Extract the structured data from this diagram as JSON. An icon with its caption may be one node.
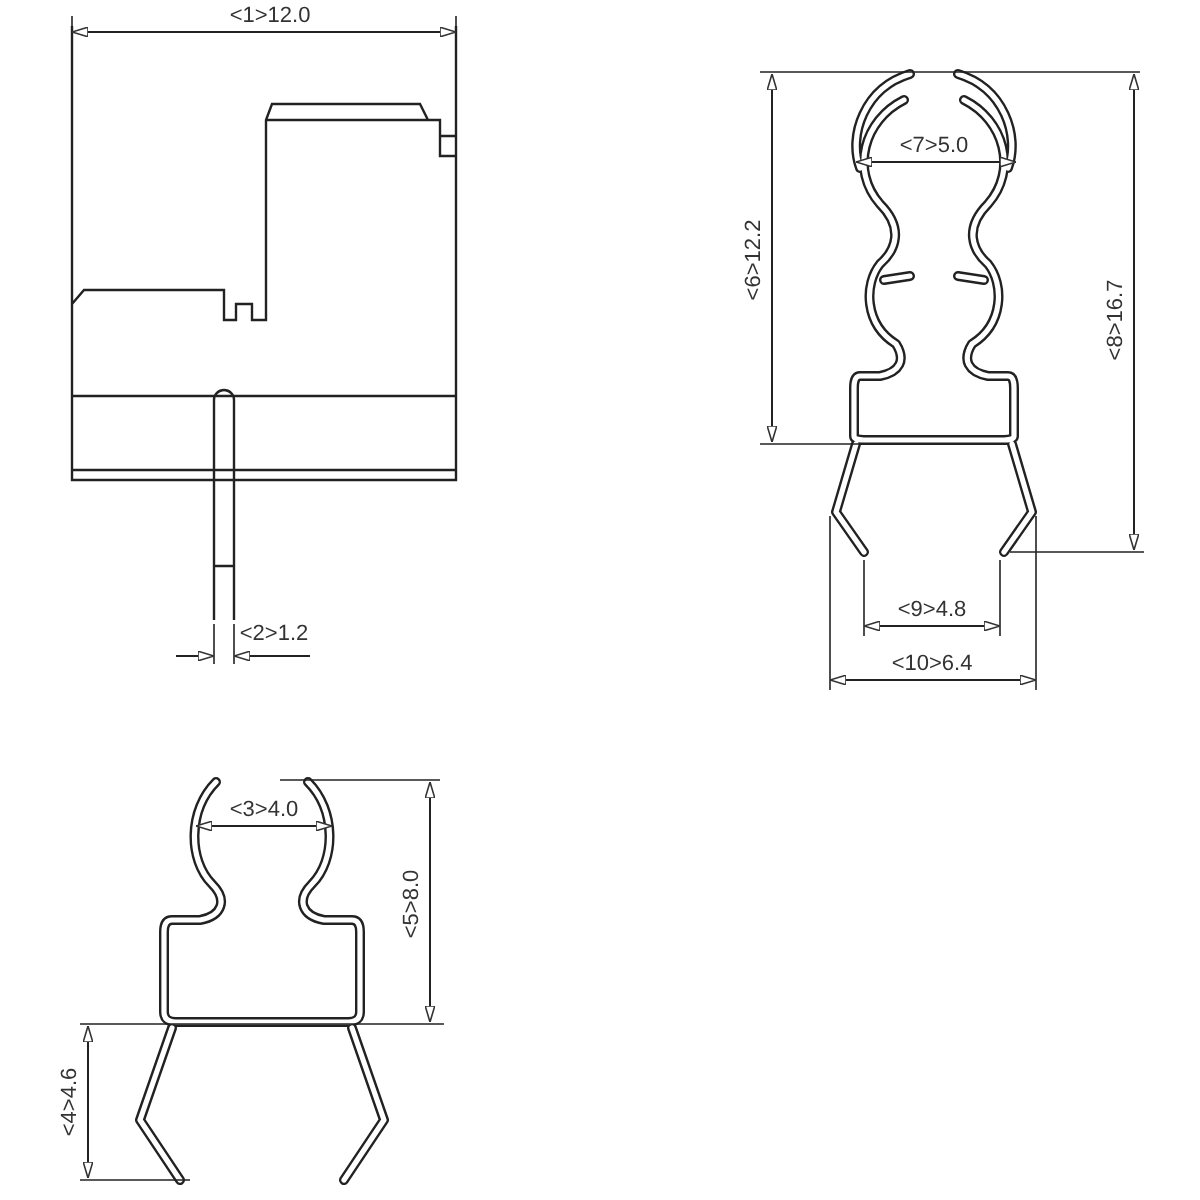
{
  "diagram": {
    "labels": [
      "<1>12.0",
      "<7>5.0",
      "<6>12.2",
      "<8>16.7",
      "<2>1.2",
      "<9>4.8",
      "<10>6.4",
      "<3>4.0",
      "<5>8.0",
      "<4>4.6"
    ]
  }
}
